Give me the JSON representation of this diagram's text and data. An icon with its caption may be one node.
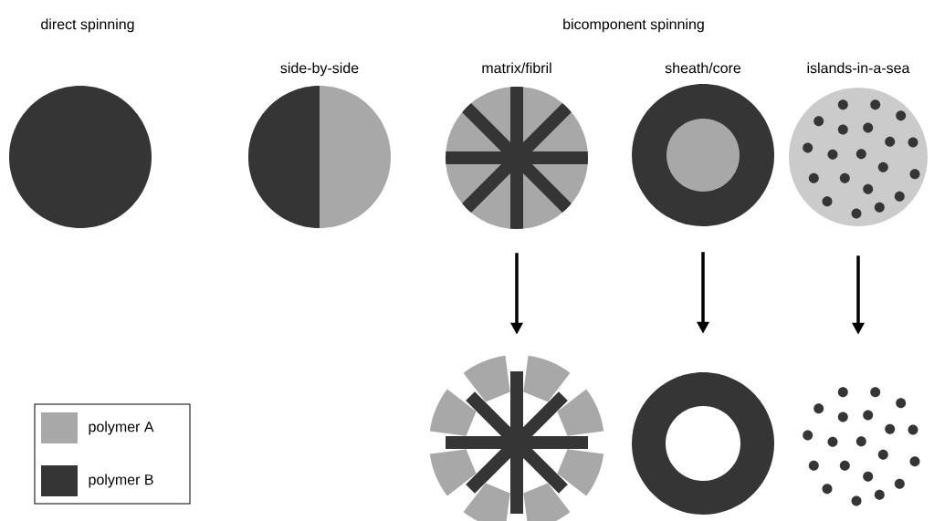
{
  "diagram": {
    "nodes": [
      {
        "text": [],
        "shape": "circle"
      },
      {
        "text": [
          "side-by-side"
        ]
      },
      {
        "text": [
          "matrix/fibril"
        ]
      },
      {
        "text": [
          "sheath/core"
        ]
      },
      {
        "text": [
          "islands-in-a-sea"
        ]
      },
      {
        "text": [],
        "shape": "picture"
      },
      {
        "text": [],
        "shape": "circle"
      },
      {
        "text": [],
        "shape": "picture"
      }
    ],
    "edges": [
      {
        "from": 2,
        "to": 5,
        "arrow": "to"
      },
      {
        "from": 3,
        "to": 6,
        "arrow": "to"
      },
      {
        "from": 4,
        "to": 7,
        "arrow": "to"
      }
    ],
    "labels": [
      "direct spinning",
      "bicomponent spinning"
    ],
    "legend": [
      {
        "text": "polymer A",
        "color": "#a8a8a8"
      },
      {
        "text": "polymer B",
        "color": "#353535"
      }
    ]
  }
}
